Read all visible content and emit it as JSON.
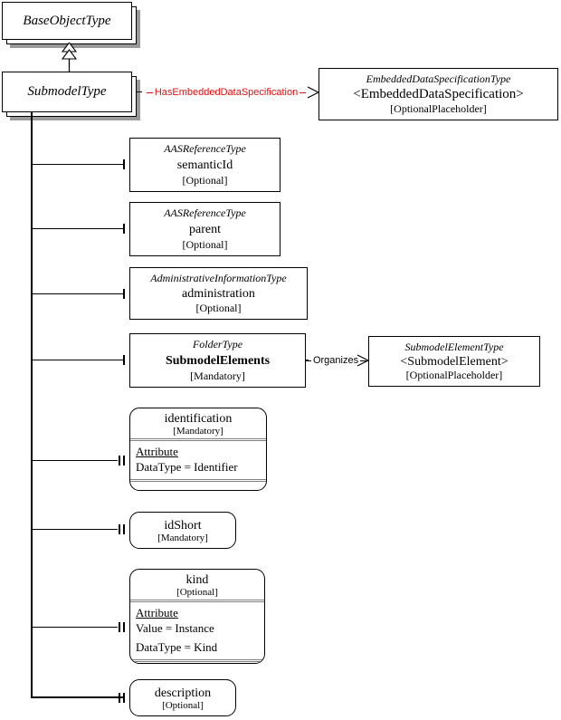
{
  "nodes": {
    "base_object_type": {
      "label": "BaseObjectType"
    },
    "submodel_type": {
      "label": "SubmodelType"
    },
    "embedded_data_specification": {
      "type": "EmbeddedDataSpecificationType",
      "label": "<EmbeddedDataSpecification>",
      "cardinality": "[OptionalPlaceholder]"
    },
    "semantic_id": {
      "type": "AASReferenceType",
      "label": "semanticId",
      "cardinality": "[Optional]"
    },
    "parent": {
      "type": "AASReferenceType",
      "label": "parent",
      "cardinality": "[Optional]"
    },
    "administration": {
      "type": "AdministrativeInformationType",
      "label": "administration",
      "cardinality": "[Optional]"
    },
    "submodel_elements": {
      "type": "FolderType",
      "label": "SubmodelElements",
      "cardinality": "[Mandatory]"
    },
    "submodel_element": {
      "type": "SubmodelElementType",
      "label": "<SubmodelElement>",
      "cardinality": "[OptionalPlaceholder]"
    },
    "identification": {
      "label": "identification",
      "cardinality": "[Mandatory]",
      "section_header": "Attribute",
      "attributes": [
        "DataType = Identifier"
      ]
    },
    "id_short": {
      "label": "idShort",
      "cardinality": "[Mandatory]"
    },
    "kind": {
      "label": "kind",
      "cardinality": "[Optional]",
      "section_header": "Attribute",
      "attributes": [
        "Value = Instance",
        "DataType = Kind"
      ]
    },
    "description": {
      "label": "description",
      "cardinality": "[Optional]"
    }
  },
  "edges": {
    "has_embedded_data_specification": {
      "label": "HasEmbeddedDataSpecification",
      "color": "#e01010"
    },
    "organizes": {
      "label": "Organizes",
      "color": "#000000"
    }
  }
}
